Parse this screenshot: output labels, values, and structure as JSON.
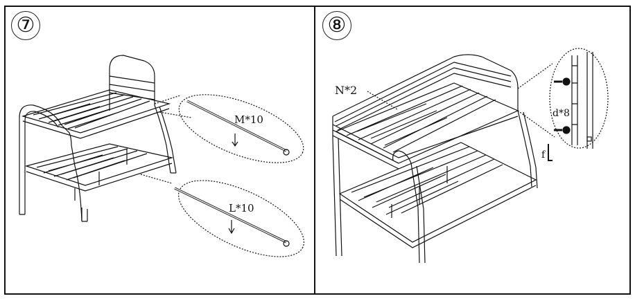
{
  "steps": [
    {
      "number": "⑦",
      "callouts": [
        {
          "label": "M*10"
        },
        {
          "label": "L*10"
        }
      ]
    },
    {
      "number": "⑧",
      "callouts": [
        {
          "label": "N*2"
        },
        {
          "label": "d*8"
        },
        {
          "label": "f"
        }
      ]
    }
  ],
  "colors": {
    "line": "#111111",
    "background": "#ffffff"
  }
}
